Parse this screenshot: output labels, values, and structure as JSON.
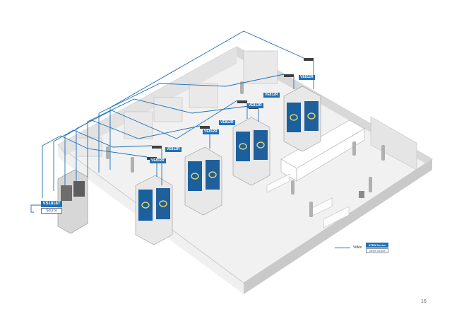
{
  "receivers": [
    {
      "label": "VE812R"
    },
    {
      "label": "VE812R"
    },
    {
      "label": "VE812R"
    },
    {
      "label": "VE812R"
    },
    {
      "label": "VE812R"
    },
    {
      "label": "VE812R"
    },
    {
      "label": "VE812R"
    }
  ],
  "matrix": {
    "label": "VS1818T",
    "source_label": "Source"
  },
  "legend": {
    "video_label": "Video",
    "aten_label": "ATEN Device",
    "other_label": "Other Device"
  },
  "page_number": "16",
  "colors": {
    "aten_blue": "#1f6fb6",
    "floor": "#f0f0f0",
    "wall": "#dedede",
    "screen": "#1a5f9e"
  }
}
